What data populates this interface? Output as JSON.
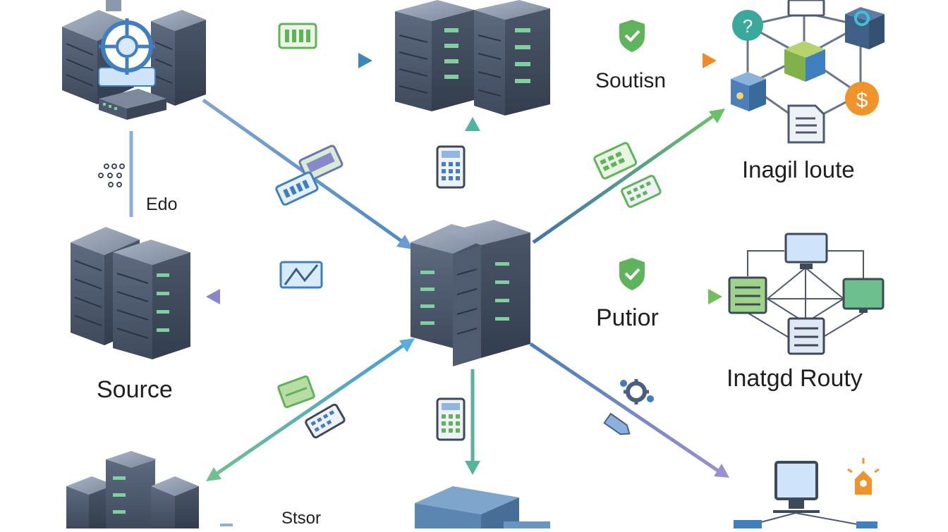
{
  "labels": {
    "soutisn": "Soutisn",
    "inagil_loute": "Inagil loute",
    "edo": "Edo",
    "source": "Source",
    "putior": "Putior",
    "inatgd_routy": "Inatgd Routy",
    "stsor": "Stsor"
  },
  "colors": {
    "server_dark": "#4d5a6e",
    "server_light": "#8c99ad",
    "accent_blue": "#3f7fc0",
    "accent_green": "#5fb35a",
    "accent_orange": "#f0932b",
    "accent_purple": "#8a88cc",
    "teal": "#3aa89a"
  },
  "icons": [
    "server-rack-icon",
    "network-hub-icon",
    "shield-check-icon",
    "calculator-icon",
    "keyboard-icon",
    "monitor-icon",
    "document-icon",
    "dollar-coin-icon",
    "lightbulb-icon",
    "gear-icon"
  ]
}
